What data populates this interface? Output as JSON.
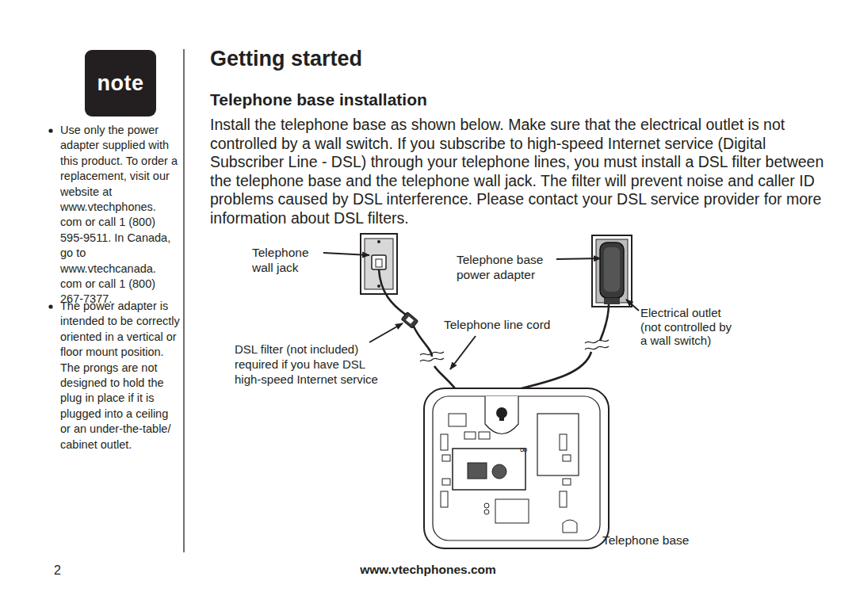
{
  "diagram": {
    "title": "Getting started",
    "nodes": [
      {
        "text": [
          "note"
        ]
      }
    ],
    "labels": [
      "Use only the power adapter supplied with this product. To order a replacement, visit our website at www.vtechphones. com or call 1 (800) 595-9511. In Canada, go to www.vtechcanada. com or call 1 (800) 267-7377.",
      "The power adapter is intended to be correctly oriented in a vertical or floor mount position. The prongs are not designed to hold the plug in place if it is plugged into a ceiling or an under-the-table/ cabinet outlet.",
      "Telephone base installation",
      "Install the telephone base as shown below. Make sure that the electrical outlet is not controlled by a wall switch. If you subscribe to high-speed Internet service (Digital Subscriber Line - DSL) through your telephone lines, you must install a DSL filter between the telephone base and the telephone wall jack. The filter will prevent noise and caller ID problems caused by DSL interference. Please contact your DSL service provider for more information about DSL filters.",
      "Telephone wall jack",
      "Telephone base power adapter",
      "Electrical outlet (not controlled by a wall switch)",
      "Telephone line cord",
      "DSL filter (not included) required if you have DSL high-speed Internet service",
      "Telephone base",
      "2",
      "www.vtechphones.com"
    ]
  }
}
